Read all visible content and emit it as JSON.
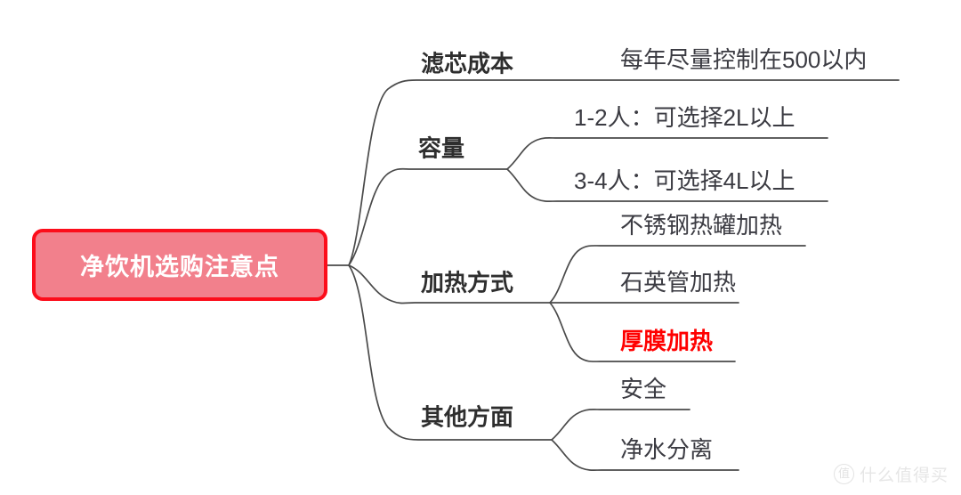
{
  "diagram": {
    "type": "mindmap",
    "title": "净饮机选购注意点",
    "root": {
      "label": "净饮机选购注意点",
      "fill_color": "#F2808C",
      "border_color": "#FC0D1B",
      "text_color": "#FFFFFF"
    },
    "branches": [
      {
        "label": "滤芯成本",
        "children": [
          {
            "label": "每年尽量控制在500以内",
            "highlight": false
          }
        ]
      },
      {
        "label": "容量",
        "children": [
          {
            "label": "1-2人：可选择2L以上",
            "highlight": false
          },
          {
            "label": "3-4人：可选择4L以上",
            "highlight": false
          }
        ]
      },
      {
        "label": "加热方式",
        "children": [
          {
            "label": "不锈钢热罐加热",
            "highlight": false
          },
          {
            "label": "石英管加热",
            "highlight": false
          },
          {
            "label": "厚膜加热",
            "highlight": true
          }
        ]
      },
      {
        "label": "其他方面",
        "children": [
          {
            "label": "安全",
            "highlight": false
          },
          {
            "label": "净水分离",
            "highlight": false
          }
        ]
      }
    ],
    "line_color": "#4A4A4A",
    "highlight_color": "#FF0000"
  },
  "watermark": {
    "badge": "值",
    "text": "什么值得买"
  }
}
